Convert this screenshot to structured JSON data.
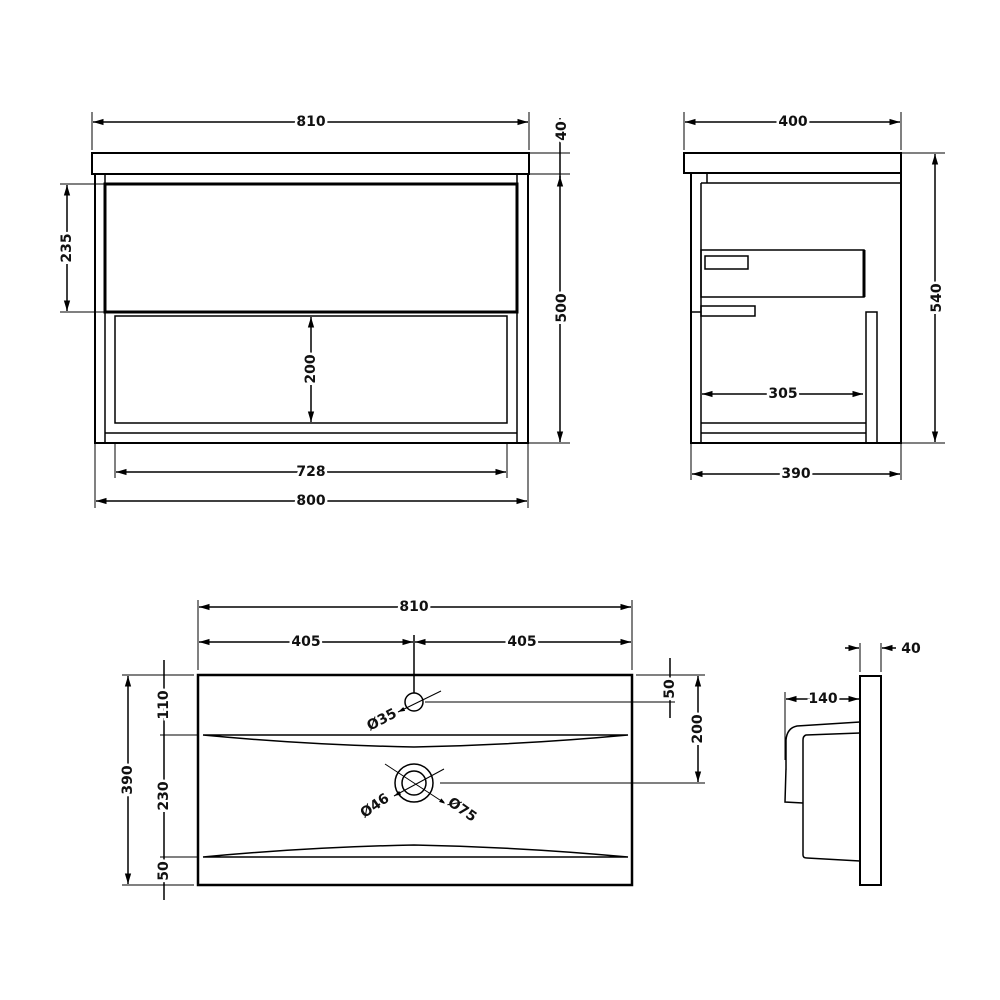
{
  "front_view": {
    "width_top": "810",
    "top_thickness": "40",
    "drawer_height": "235",
    "body_height": "500",
    "shelf_height": "200",
    "shelf_width": "728",
    "body_width": "800"
  },
  "side_view": {
    "depth_top": "400",
    "total_height": "540",
    "drawer_depth": "305",
    "body_depth": "390"
  },
  "basin_plan": {
    "width": "810",
    "half_left": "405",
    "half_right": "405",
    "depth": "390",
    "tap_offset": "110",
    "bowl_length": "230",
    "front_margin": "50",
    "tap_hole_from_back": "50",
    "waste_from_back": "200",
    "tap_hole_dia": "Ø35",
    "waste_inner_dia": "Ø46",
    "waste_outer_dia": "Ø75"
  },
  "basin_side": {
    "bowl_projection": "140",
    "slab_thickness": "40"
  }
}
